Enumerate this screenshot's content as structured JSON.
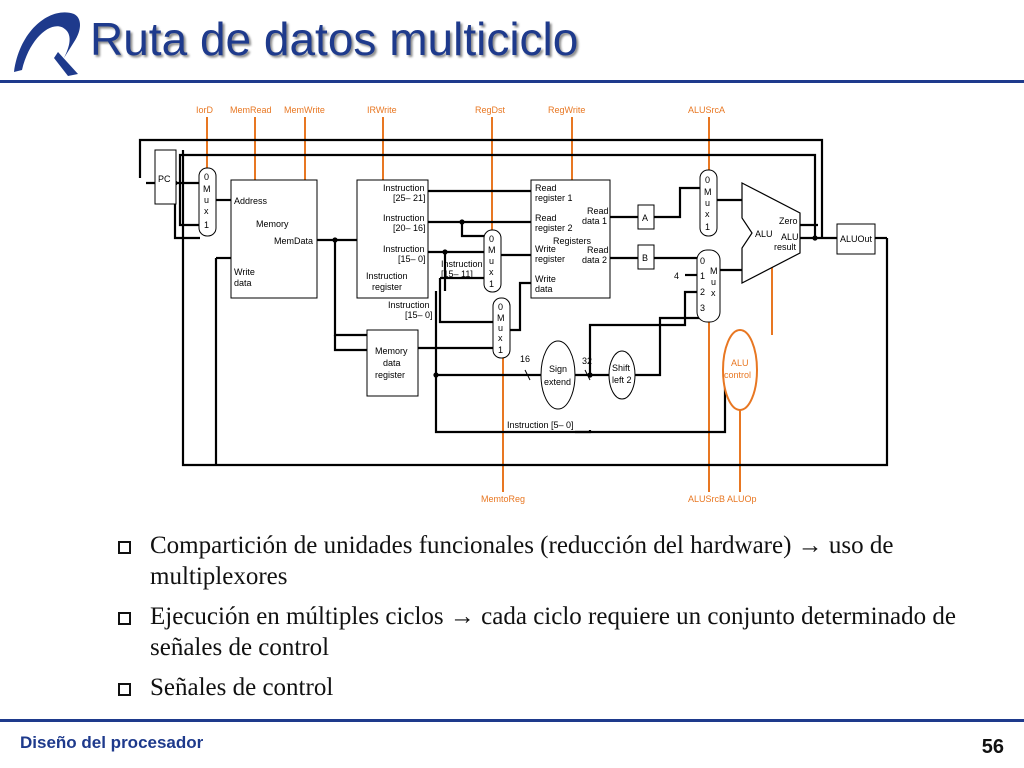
{
  "slide": {
    "title": "Ruta de datos multiciclo",
    "footer": "Diseño del procesador",
    "page_number": "56"
  },
  "bullets": [
    "Compartición de unidades funcionales (reducción del hardware) → uso de multiplexores",
    "Ejecución en múltiples ciclos → cada ciclo requiere un conjunto determinado de señales de control",
    "Señales de control"
  ],
  "colors": {
    "title": "#1e3a8c",
    "control_signals": "#e87722",
    "wires": "#000000"
  },
  "diagram": {
    "control_top": {
      "iord": "IorD",
      "memread": "MemRead",
      "memwrite": "MemWrite",
      "irwrite": "IRWrite",
      "regdst": "RegDst",
      "regwrite": "RegWrite",
      "alusrca": "ALUSrcA"
    },
    "control_bottom": {
      "memtoreg": "MemtoReg",
      "alusrcb_aluop": "ALUSrcB ALUOp"
    },
    "pc": "PC",
    "mux": {
      "m": "M",
      "u": "u",
      "x": "x",
      "zero": "0",
      "one": "1",
      "two": "2",
      "three": "3"
    },
    "memory": {
      "address": "Address",
      "name": "Memory",
      "memdata": "MemData",
      "write": "Write",
      "data": "data"
    },
    "ir": {
      "instruction": "Instruction",
      "r25_21": "[25– 21]",
      "r20_16": "[20– 16]",
      "r15_0": "[15– 0]",
      "register": "register"
    },
    "ir_15_11": "[15– 11]",
    "instr_15_0": "[15– 0]",
    "mdr": {
      "memory": "Memory",
      "data": "data",
      "register": "register"
    },
    "registers": {
      "read": "Read",
      "register1": "register 1",
      "register2": "register 2",
      "write": "Write",
      "register": "register",
      "data": "data",
      "name": "Registers",
      "data1": "data 1",
      "data2": "data 2"
    },
    "a": "A",
    "b": "B",
    "four": "4",
    "alu": {
      "name": "ALU",
      "zero": "Zero",
      "alu_label": "ALU",
      "result": "result"
    },
    "aluout": "ALUOut",
    "sign_extend": {
      "sign": "Sign",
      "extend": "extend"
    },
    "shift_left": {
      "shift": "Shift",
      "left2": "left 2"
    },
    "alu_control": {
      "alu": "ALU",
      "control": "control"
    },
    "bits_16": "16",
    "bits_32": "32",
    "instruction_5_0": "Instruction [5– 0]"
  }
}
